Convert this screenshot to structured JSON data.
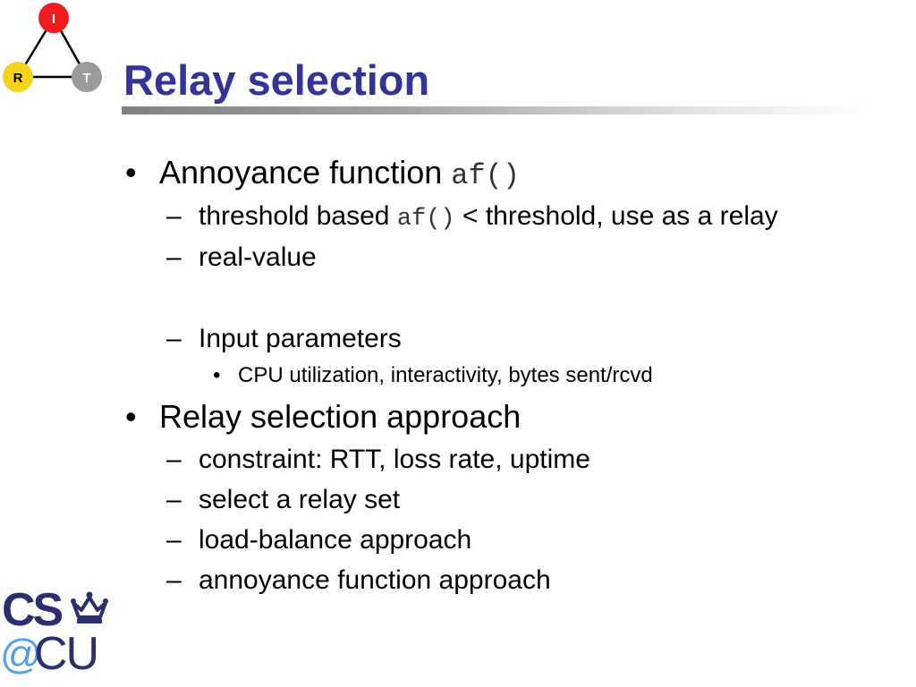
{
  "title": "Relay selection",
  "logo_nodes": {
    "top": "I",
    "left": "R",
    "right": "T"
  },
  "logo_colors": {
    "top": "#ee1c1c",
    "left": "#f5d31a",
    "right": "#9a9a9a"
  },
  "bullets": [
    {
      "text": "Annoyance function ",
      "code": "af()"
    },
    {
      "text": "threshold based ",
      "code": "af()",
      "after": " < threshold, use as a relay"
    },
    {
      "text": "real-value"
    },
    {
      "text": "Input parameters"
    },
    {
      "text": "CPU utilization, interactivity, bytes sent/rcvd"
    },
    {
      "text": "Relay selection approach"
    },
    {
      "text": "constraint: RTT, loss rate, uptime"
    },
    {
      "text": "select a relay set"
    },
    {
      "text": "load-balance approach"
    },
    {
      "text": "annoyance function approach"
    }
  ],
  "footer_logo": {
    "cs": "CS",
    "at": "@",
    "cu": "CU"
  },
  "colors": {
    "title": "#333399",
    "cu_navy": "#2b2f6e",
    "cu_blue": "#55a0e0"
  }
}
